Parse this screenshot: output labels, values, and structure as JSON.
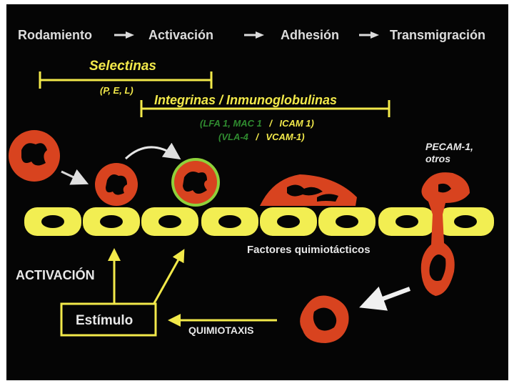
{
  "stages": [
    "Rodamiento",
    "Activación",
    "Adhesión",
    "Transmigración"
  ],
  "selectins": {
    "title": "Selectinas",
    "subtitle": "(P, E, L)"
  },
  "integrins": {
    "title": "Integrinas / Inmunoglobulinas",
    "line1_green": "(LFA 1, MAC 1",
    "line1_sep": "/",
    "line1_yellow": "ICAM 1)",
    "line2_green": "(VLA-4",
    "line2_sep": "/",
    "line2_yellow": "VCAM-1)"
  },
  "pecam": {
    "line1": "PECAM-1,",
    "line2": "otros"
  },
  "labels": {
    "chemotactic": "Factores quimiotácticos",
    "activation": "ACTIVACIÓN",
    "stimulus": "Estímulo",
    "chemotaxis": "QUIMIOTAXIS"
  },
  "colors": {
    "background": "#050505",
    "leukocyte": "#d8431f",
    "endothelium": "#f2ee52",
    "bracket": "#f2e94a",
    "green_text": "#2f8b2f",
    "activated_ring": "#8fd13a"
  }
}
